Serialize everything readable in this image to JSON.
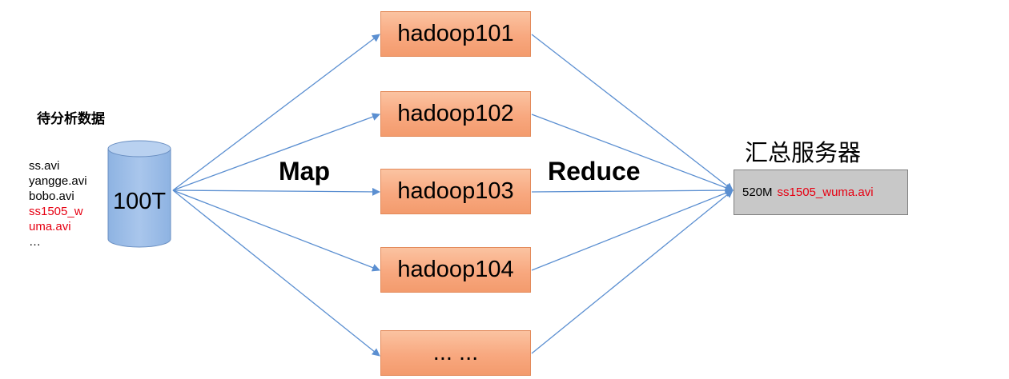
{
  "source": {
    "title": "待分析数据",
    "files": [
      {
        "name": "ss.avi",
        "color": "#000000"
      },
      {
        "name": "yangge.avi",
        "color": "#000000"
      },
      {
        "name": "bobo.avi",
        "color": "#000000"
      },
      {
        "name": "ss1505_w",
        "color": "#e60012"
      },
      {
        "name": "uma.avi",
        "color": "#e60012"
      },
      {
        "name": "…",
        "color": "#000000"
      }
    ],
    "storage_label": "100T"
  },
  "phases": {
    "map_label": "Map",
    "reduce_label": "Reduce"
  },
  "nodes": [
    {
      "label": "hadoop101"
    },
    {
      "label": "hadoop102"
    },
    {
      "label": "hadoop103"
    },
    {
      "label": "hadoop104"
    },
    {
      "label": "... ..."
    }
  ],
  "server": {
    "title": "汇总服务器",
    "size": "520M",
    "file": "ss1505_wuma.avi"
  },
  "colors": {
    "arrow": "#5b8fd1",
    "node_fill": "#f8a87f",
    "server_fill": "#c8c8c8",
    "highlight": "#e60012"
  }
}
